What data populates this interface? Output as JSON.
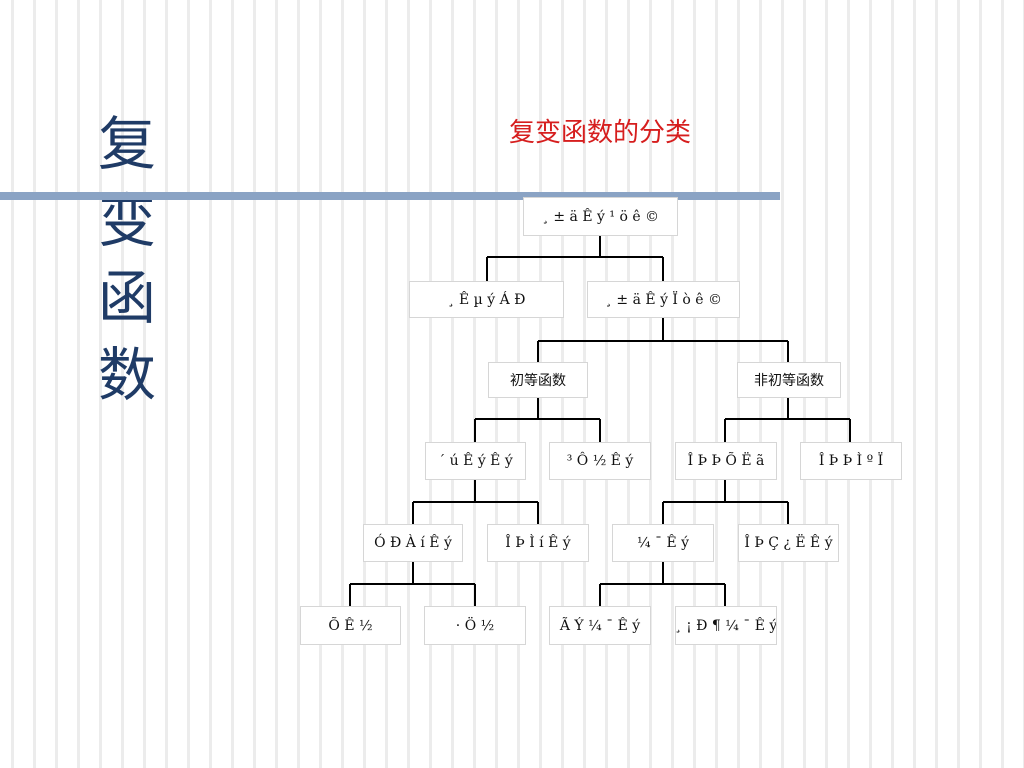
{
  "slide": {
    "side_title": [
      "复",
      "变",
      "函",
      "数"
    ],
    "main_title": "复变函数的分类"
  },
  "tree": {
    "root": "¸ ± ä Ê ý ¹ ö ê ©",
    "level1": [
      "¸ Ê µ ý Á Ð",
      "¸ ± ä Ê ý Ï ò ê ©"
    ],
    "level2": [
      "初等函数",
      "非初等函数"
    ],
    "level3": [
      "´ ú Ê ý Ê ý",
      "³ Ô ½ Ê ý",
      "Î Þ Þ Õ Ë ã",
      "Î Þ Þ Ì º Ï"
    ],
    "level4": [
      "Ó Ð À í Ê ý",
      "Î Þ Ì í Ê ý",
      "¼ ¯ Ê ý",
      "Î Þ Ç ¿ Ë Ê ý"
    ],
    "level5": [
      "Õ Ê ½",
      "· Ö ½",
      "Ã Ý ¼ ¯ Ê ý",
      "¸ ¡ Ð ¶ ¼ ¯ Ê ý"
    ]
  }
}
